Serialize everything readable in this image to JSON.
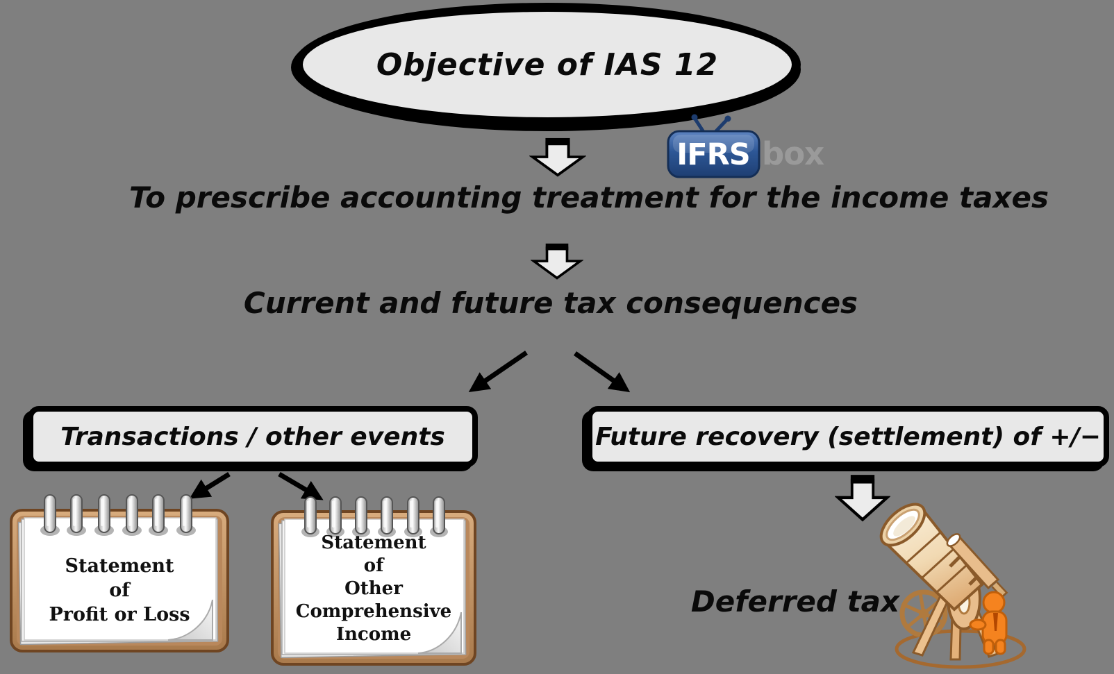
{
  "colors": {
    "background": "#7f7f7f",
    "shape_fill": "#e8e8e8",
    "outline": "#000000",
    "logo_blue": "#2d5796",
    "logo_gray": "#9a9a9a",
    "notepad_brown": "#c79a6b",
    "telescope_tan": "#e8bd8c",
    "figure_orange": "#f5831f"
  },
  "ellipse": {
    "label": "Objective of IAS 12"
  },
  "logo": {
    "tv_text": "IFRS",
    "suffix": "box"
  },
  "steps": {
    "step1": "To prescribe accounting treatment for the income taxes",
    "step2": "Current and future tax consequences"
  },
  "branches": {
    "left": "Transactions / other events",
    "right": "Future recovery (settlement) of +/−"
  },
  "notepads": [
    {
      "lines": [
        "Statement",
        "of",
        "Profit or Loss"
      ]
    },
    {
      "lines": [
        "Statement",
        "of",
        "Other",
        "Comprehensive",
        "Income"
      ]
    }
  ],
  "outcome": {
    "label": "Deferred tax"
  }
}
